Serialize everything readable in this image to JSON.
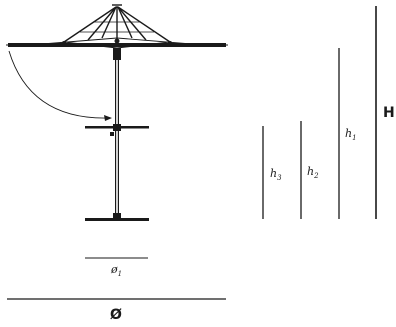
{
  "dimensions": {
    "canopy_diameter": "Ø",
    "base_diameter": {
      "base": "ø",
      "sub": "1"
    },
    "total_height": "H",
    "height_1": {
      "base": "h",
      "sub": "1"
    },
    "height_2": {
      "base": "h",
      "sub": "2"
    },
    "height_3": {
      "base": "h",
      "sub": "3"
    }
  }
}
